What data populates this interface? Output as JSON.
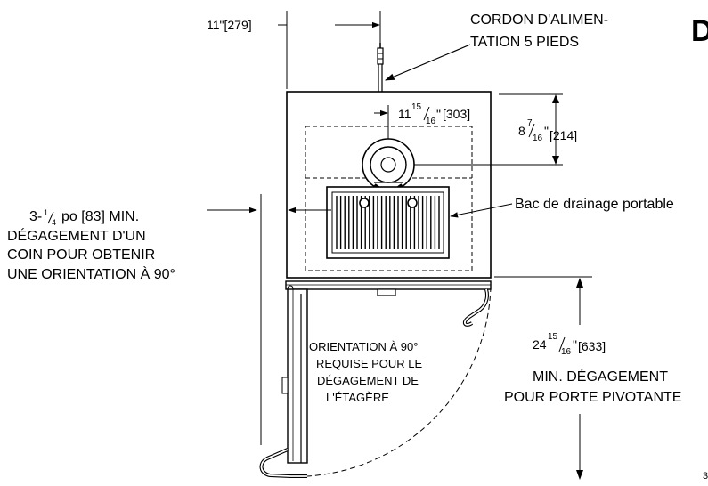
{
  "dimensions": {
    "top_offset": "11\"[279]",
    "width_fraction": {
      "whole": "11",
      "num": "15",
      "den": "16",
      "mm": "[303]"
    },
    "height_fraction": {
      "whole": "8",
      "num": "7",
      "den": "16",
      "mm": "[214]"
    },
    "door_clearance": {
      "whole": "24",
      "num": "15",
      "den": "16",
      "mm": "[633]"
    }
  },
  "labels": {
    "power_cord_line1": "CORDON D'ALIMEN-",
    "power_cord_line2": "TATION 5 PIEDS",
    "drain_pan": "Bac de drainage portable",
    "corner_line1_prefix": "3-",
    "corner_line1_num": "1",
    "corner_line1_den": "4",
    "corner_line1_suffix": "po [83] MIN.",
    "corner_line2": "DÉGAGEMENT D'UN",
    "corner_line3": "COIN POUR OBTENIR",
    "corner_line4": "UNE ORIENTATION À 90°",
    "orient_line1": "ORIENTATION À 90°",
    "orient_line2": "REQUISE POUR LE",
    "orient_line3": "DÉGAGEMENT DE",
    "orient_line4": "L'ÉTAGÈRE",
    "min_line1": "MIN. DÉGAGEMENT",
    "min_line2": "POUR PORTE PIVOTANTE",
    "corner_letter": "D",
    "page_mark": "3"
  }
}
